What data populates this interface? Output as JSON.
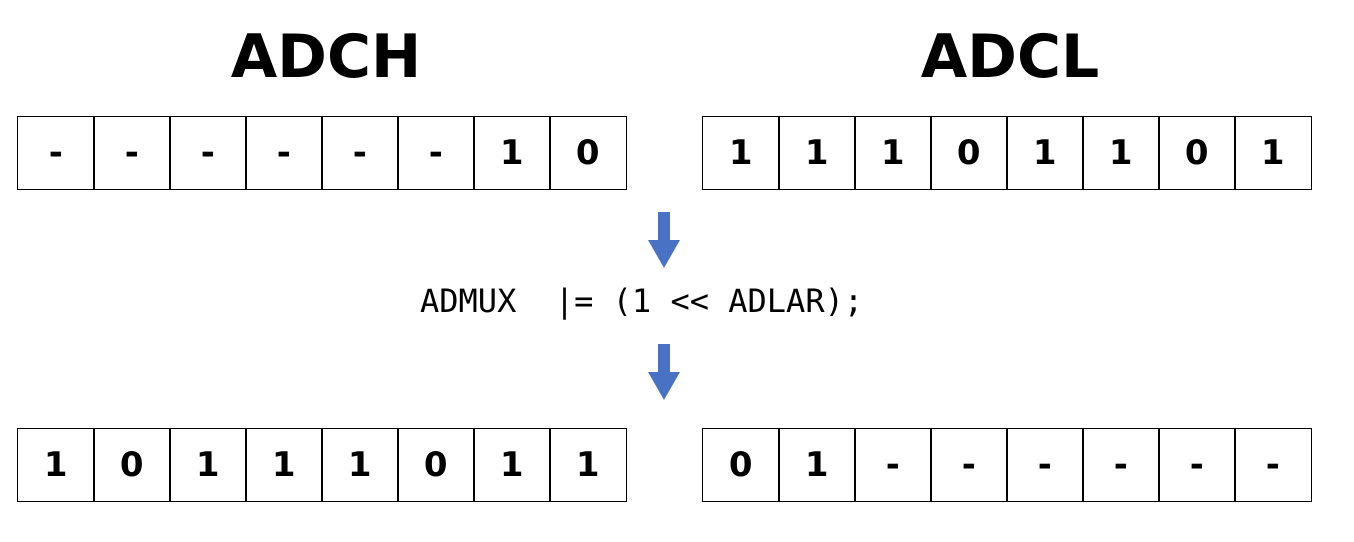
{
  "titles": {
    "left": "ADCH",
    "right": "ADCL"
  },
  "registers": {
    "top_left": [
      "-",
      "-",
      "-",
      "-",
      "-",
      "-",
      "1",
      "0"
    ],
    "top_right": [
      "1",
      "1",
      "1",
      "0",
      "1",
      "1",
      "0",
      "1"
    ],
    "bottom_left": [
      "1",
      "0",
      "1",
      "1",
      "1",
      "0",
      "1",
      "1"
    ],
    "bottom_right": [
      "0",
      "1",
      "-",
      "-",
      "-",
      "-",
      "-",
      "-"
    ]
  },
  "code": {
    "line": "ADMUX  |= (1 << ADLAR);"
  },
  "colors": {
    "arrow": "#4A72C4",
    "border": "#000000",
    "text": "#000000"
  },
  "icons": {
    "arrow": "arrow-down-icon"
  }
}
